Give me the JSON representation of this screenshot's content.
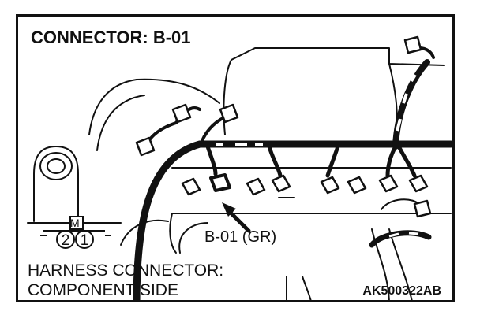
{
  "title": "CONNECTOR: B-01",
  "callout_label": "B-01 (GR)",
  "view_line1": "HARNESS CONNECTOR:",
  "view_line2": "COMPONENT SIDE",
  "figure_code": "AK500322AB",
  "pin_marker": "M",
  "pins": [
    "2",
    "1"
  ],
  "colors": {
    "ink": "#111111",
    "background": "#ffffff"
  }
}
